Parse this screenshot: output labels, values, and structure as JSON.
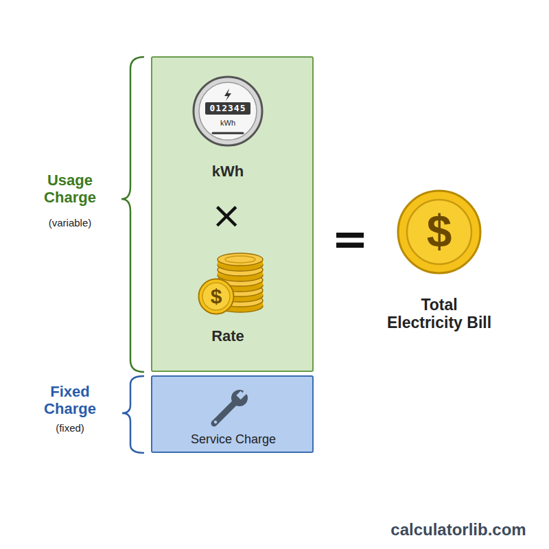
{
  "diagram": {
    "nodes": [
      {
        "text": [
          "Usage Charge",
          "(variable)",
          "kWh",
          "Rate"
        ]
      },
      {
        "text": [
          "012345",
          "kWh"
        ],
        "in": 0
      },
      {
        "text": [
          "$"
        ],
        "in": 0
      },
      {
        "text": [
          "Fixed Charge",
          "(fixed)",
          "Service Charge"
        ]
      },
      {
        "text": [
          "$",
          "Total Electricity Bill"
        ]
      }
    ],
    "labels": [
      "×",
      "=",
      "calculatorlib.com"
    ]
  }
}
